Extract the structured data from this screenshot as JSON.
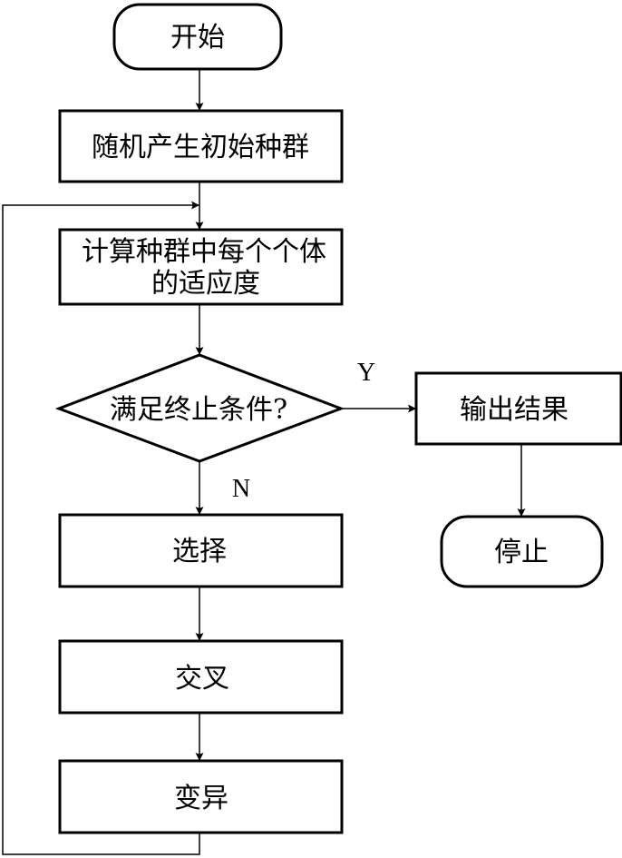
{
  "nodes": {
    "start": "开始",
    "init_population": "随机产生初始种群",
    "fitness_line1": "计算种群中每个个体",
    "fitness_line2": "的适应度",
    "condition": "满足终止条件?",
    "output": "输出结果",
    "stop": "停止",
    "selection": "选择",
    "crossover": "交叉",
    "mutation": "变异"
  },
  "edge_labels": {
    "yes": "Y",
    "no": "N"
  },
  "colors": {
    "stroke": "#000000",
    "background": "#ffffff"
  }
}
